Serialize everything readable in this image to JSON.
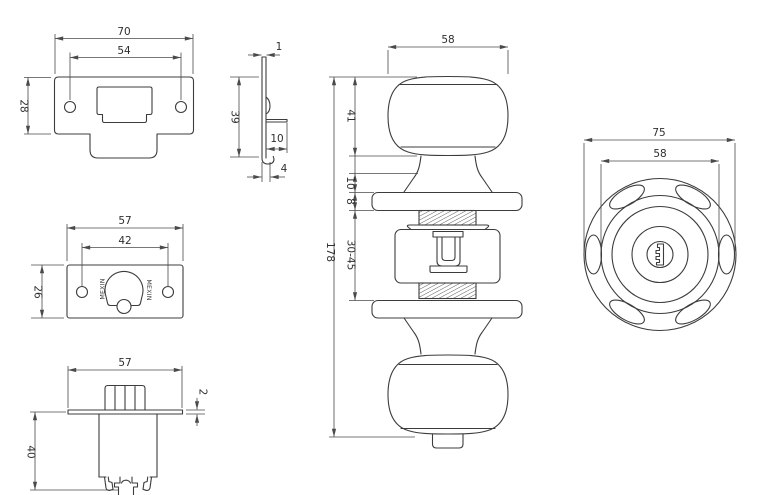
{
  "title": "door-knob-lockset-technical-drawing",
  "colors": {
    "line": "#3c3c3c",
    "dimension": "#4a4a4a",
    "text": "#2f2f2f",
    "background": "#ffffff"
  },
  "views": {
    "strike_front": {
      "width": "70",
      "hole_spacing": "54",
      "height": "28"
    },
    "strike_side": {
      "thickness": "1",
      "height": "39",
      "tab_depth": "10",
      "lip": "4"
    },
    "latch_front": {
      "width": "57",
      "hole_spacing": "42",
      "height": "26",
      "brand_left": "MEXIN",
      "brand_right": "MEXIN"
    },
    "latch_side": {
      "width": "57",
      "plate_thickness": "2",
      "body_depth": "40"
    },
    "knob_side": {
      "knob_diameter": "58",
      "knob_height": "41",
      "neck_height": "10",
      "rose_thickness": "8",
      "door_thickness_range": "30-45",
      "overall_length": "178"
    },
    "knob_front": {
      "outer_diameter": "75",
      "inner_diameter": "58"
    }
  }
}
